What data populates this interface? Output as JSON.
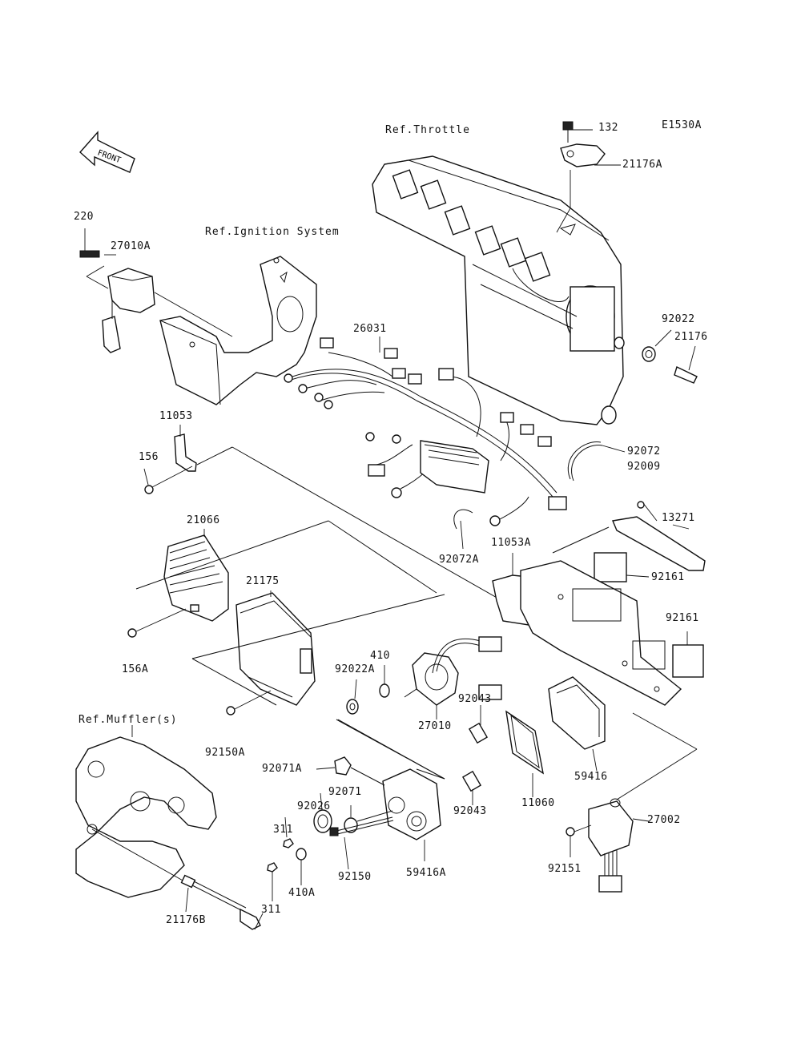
{
  "diagram_id": "E1530A",
  "front_marker": "FRONT",
  "references": {
    "throttle": "Ref.Throttle",
    "ignition": "Ref.Ignition System",
    "muffler": "Ref.Muffler(s)"
  },
  "parts": {
    "p132": "132",
    "p21176A": "21176A",
    "p220": "220",
    "p27010A": "27010A",
    "p92022": "92022",
    "p21176": "21176",
    "p26031": "26031",
    "p11053": "11053",
    "p156": "156",
    "p92072": "92072",
    "p92009": "92009",
    "p21066": "21066",
    "p13271": "13271",
    "p92072A": "92072A",
    "p11053A": "11053A",
    "p92161a": "92161",
    "p21175": "21175",
    "p92161b": "92161",
    "p410": "410",
    "p92022A": "92022A",
    "p156A": "156A",
    "p92043a": "92043",
    "p27010": "27010",
    "p92150A": "92150A",
    "p59416": "59416",
    "p92071A": "92071A",
    "p92071": "92071",
    "p92043b": "92043",
    "p11060": "11060",
    "p92026": "92026",
    "p27002": "27002",
    "p311a": "311",
    "p92150": "92150",
    "p59416A": "59416A",
    "p410A": "410A",
    "p92151": "92151",
    "p311b": "311",
    "p21176B": "21176B"
  }
}
